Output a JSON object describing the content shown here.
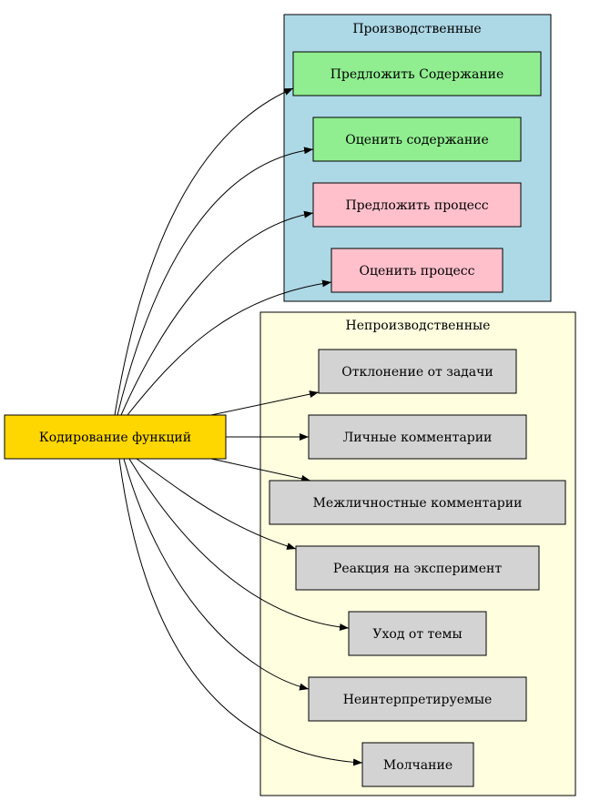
{
  "root": {
    "label": "Кодирование функций",
    "fill": "#FFD700"
  },
  "clusters": [
    {
      "id": "productive",
      "label": "Производственные",
      "fill": "#ADD8E6",
      "nodes": [
        {
          "label": "Предложить Содержание",
          "fill": "#90EE90"
        },
        {
          "label": "Оценить содержание",
          "fill": "#90EE90"
        },
        {
          "label": "Предложить процесс",
          "fill": "#FFC0CB"
        },
        {
          "label": "Оценить процесс",
          "fill": "#FFC0CB"
        }
      ]
    },
    {
      "id": "nonproductive",
      "label": "Непроизводственные",
      "fill": "#FFFFE0",
      "nodes": [
        {
          "label": "Отклонение от задачи",
          "fill": "#D3D3D3"
        },
        {
          "label": "Личные комментарии",
          "fill": "#D3D3D3"
        },
        {
          "label": "Межличностные комментарии",
          "fill": "#D3D3D3"
        },
        {
          "label": "Реакция на эксперимент",
          "fill": "#D3D3D3"
        },
        {
          "label": "Уход от темы",
          "fill": "#D3D3D3"
        },
        {
          "label": "Неинтерпретируемые",
          "fill": "#D3D3D3"
        },
        {
          "label": "Молчание",
          "fill": "#D3D3D3"
        }
      ]
    }
  ],
  "edges": [
    {
      "from": "Кодирование функций",
      "to": "Предложить Содержание"
    },
    {
      "from": "Кодирование функций",
      "to": "Оценить содержание"
    },
    {
      "from": "Кодирование функций",
      "to": "Предложить процесс"
    },
    {
      "from": "Кодирование функций",
      "to": "Оценить процесс"
    },
    {
      "from": "Кодирование функций",
      "to": "Отклонение от задачи"
    },
    {
      "from": "Кодирование функций",
      "to": "Личные комментарии"
    },
    {
      "from": "Кодирование функций",
      "to": "Межличностные комментарии"
    },
    {
      "from": "Кодирование функций",
      "to": "Реакция на эксперимент"
    },
    {
      "from": "Кодирование функций",
      "to": "Уход от темы"
    },
    {
      "from": "Кодирование функций",
      "to": "Неинтерпретируемые"
    },
    {
      "from": "Кодирование функций",
      "to": "Молчание"
    }
  ]
}
